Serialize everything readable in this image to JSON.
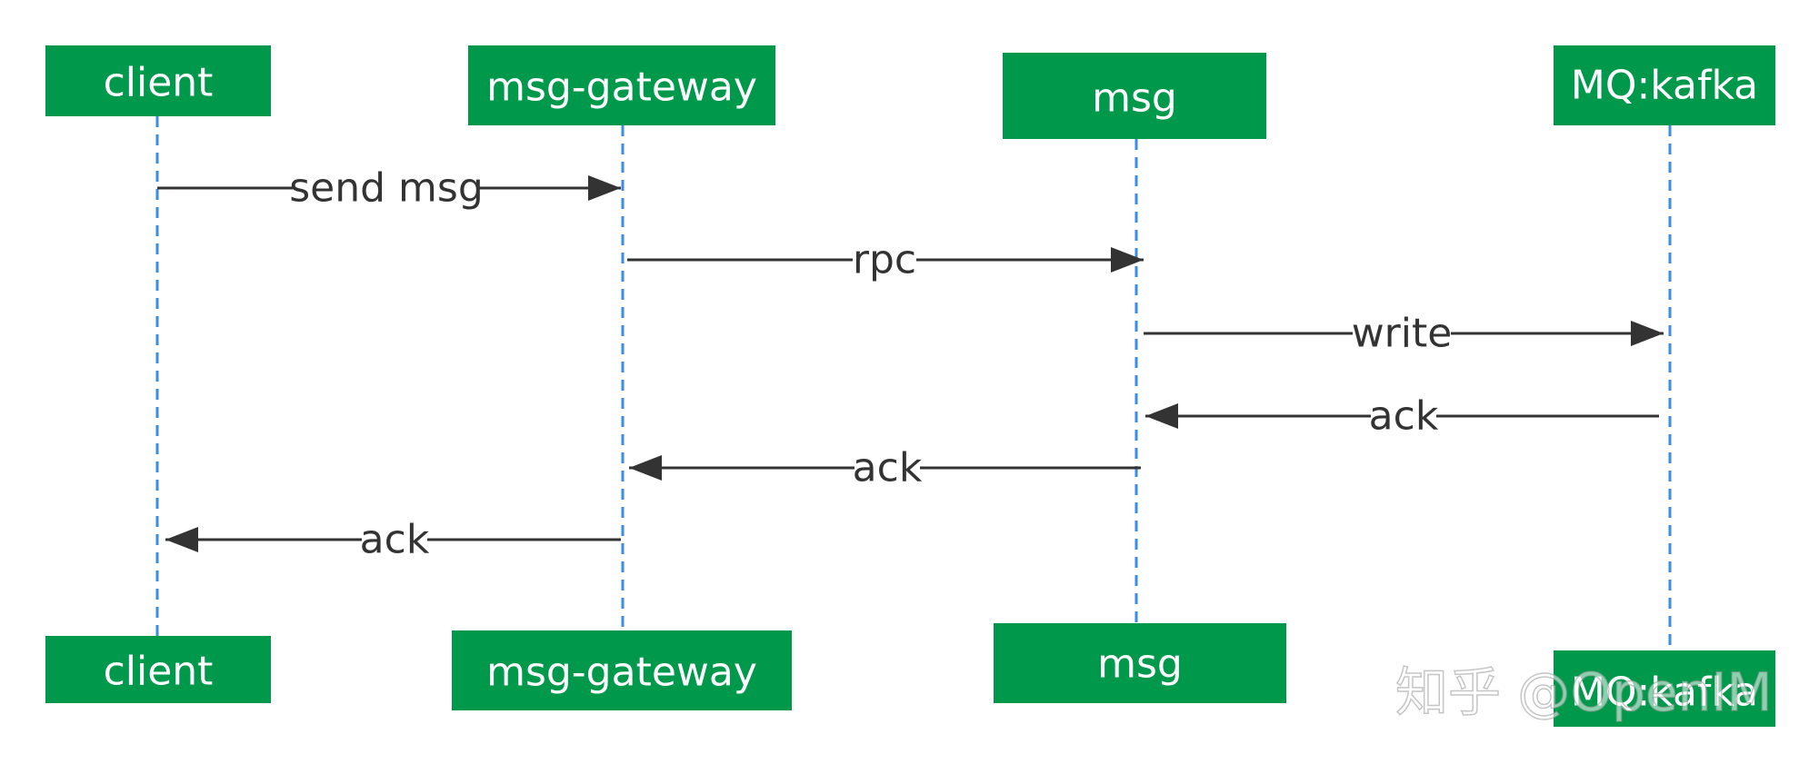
{
  "actors": [
    {
      "id": "client",
      "label": "client"
    },
    {
      "id": "msg-gateway",
      "label": "msg-gateway"
    },
    {
      "id": "msg",
      "label": "msg"
    },
    {
      "id": "mq",
      "label": "MQ:kafka"
    }
  ],
  "messages": [
    {
      "from": "client",
      "to": "msg-gateway",
      "label": "send msg"
    },
    {
      "from": "msg-gateway",
      "to": "msg",
      "label": "rpc"
    },
    {
      "from": "msg",
      "to": "mq",
      "label": "write"
    },
    {
      "from": "mq",
      "to": "msg",
      "label": "ack"
    },
    {
      "from": "msg",
      "to": "msg-gateway",
      "label": "ack"
    },
    {
      "from": "msg-gateway",
      "to": "client",
      "label": "ack"
    }
  ],
  "watermark": "知乎 @OpenIM",
  "colors": {
    "actor_fill": "#00994c",
    "lifeline": "#3a8ee6",
    "arrow": "#333333"
  }
}
